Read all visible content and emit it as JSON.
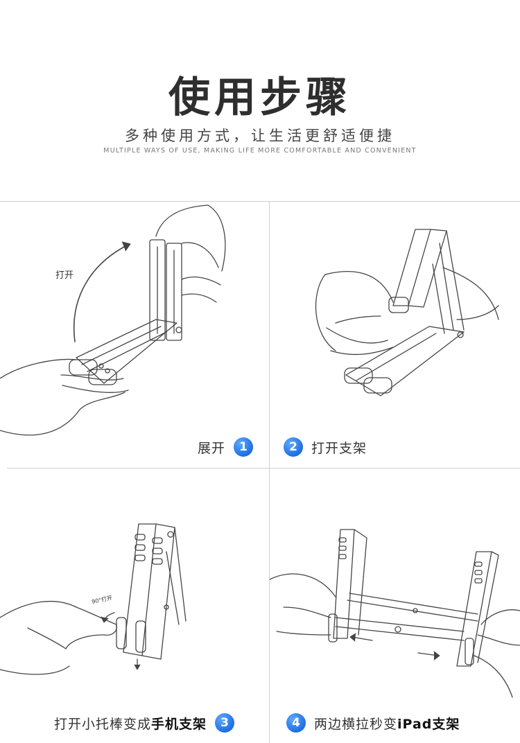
{
  "header": {
    "title": "使用步骤",
    "subtitle": "多种使用方式，让生活更舒适便捷",
    "subtitle_en": "MULTIPLE WAYS OF USE, MAKING LIFE MORE COMFORTABLE AND CONVENIENT"
  },
  "steps": [
    {
      "number": "1",
      "label": "展开",
      "note": "打开"
    },
    {
      "number": "2",
      "label": "打开支架"
    },
    {
      "number": "3",
      "label_plain": "打开小托棒变成",
      "label_bold": "手机支架",
      "note": "90°打开"
    },
    {
      "number": "4",
      "label_plain": "两边横拉秒变",
      "label_bold": "iPad支架"
    }
  ],
  "colors": {
    "badge": "#1e6fe0",
    "line": "#cfcfcf",
    "text": "#333333"
  }
}
